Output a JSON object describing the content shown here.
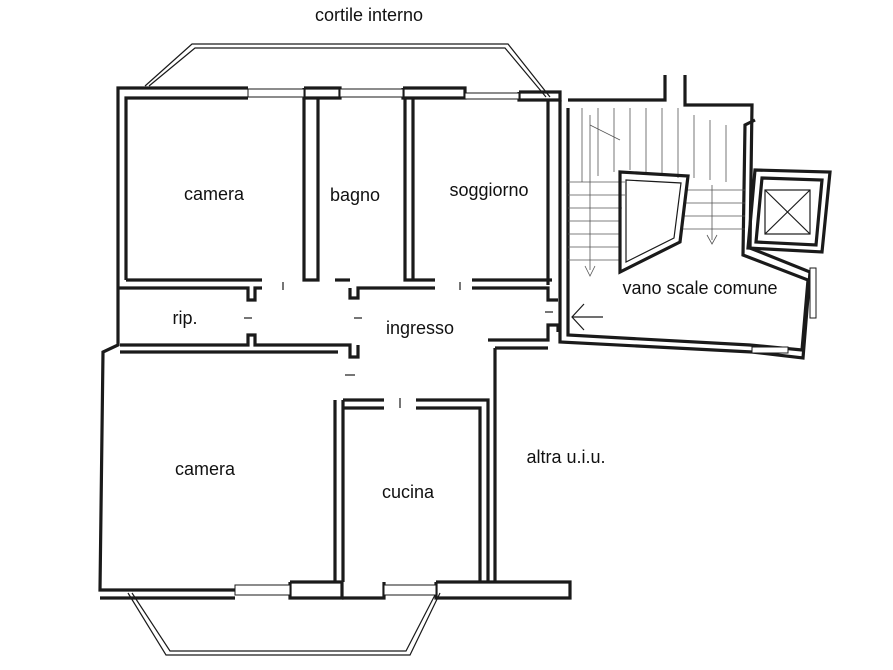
{
  "labels": {
    "courtyard": "cortile interno",
    "bedroom_top": "camera",
    "bathroom": "bagno",
    "living": "soggiorno",
    "storage": "rip.",
    "entrance": "ingresso",
    "stairwell": "vano scale comune",
    "bedroom_bottom": "camera",
    "kitchen": "cucina",
    "other_unit": "altra u.i.u."
  },
  "icons": {
    "entry_arrow": "arrow-left-icon",
    "elevator": "elevator-shaft-icon"
  }
}
